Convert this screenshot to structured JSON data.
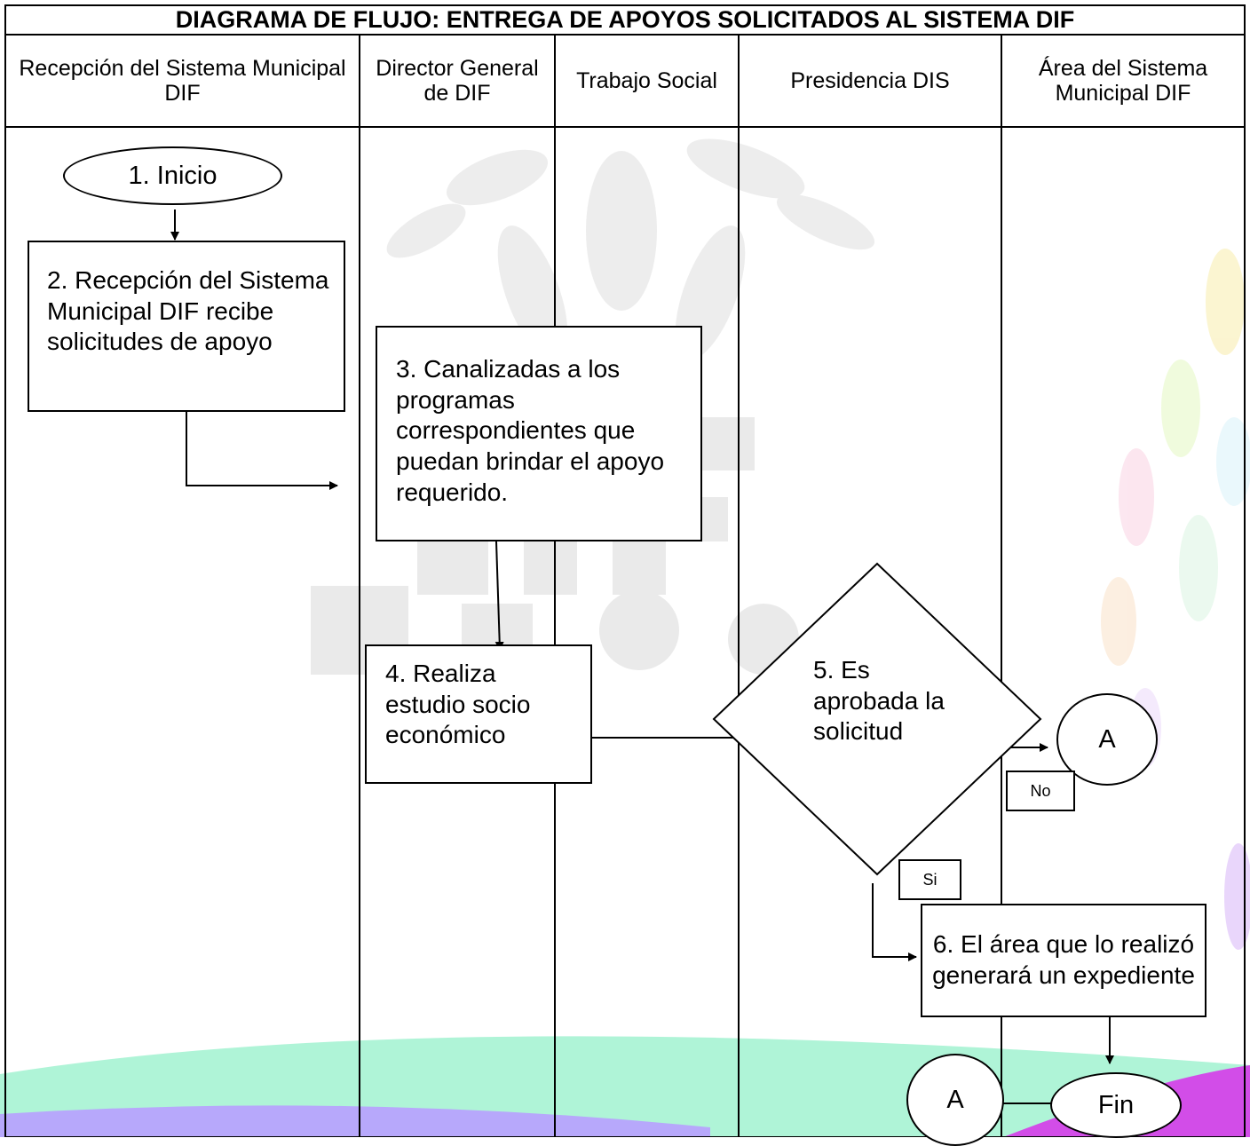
{
  "title": "DIAGRAMA DE FLUJO: ENTREGA DE APOYOS SOLICITADOS AL SISTEMA DIF",
  "lanes": [
    "Recepción del Sistema Municipal DIF",
    "Director General de DIF",
    "Trabajo Social",
    "Presidencia DIS",
    "Área del Sistema Municipal DIF"
  ],
  "steps": {
    "inicio": "1.  Inicio",
    "s2": "2. Recepción del Sistema Municipal DIF recibe solicitudes de apoyo",
    "s3": "3. Canalizadas a los programas correspondientes que puedan brindar el apoyo requerido.",
    "s4": "4. Realiza estudio socio económico",
    "s5": "5. Es aprobada la solicitud",
    "s6": "6. El área que lo realizó generará un expediente",
    "fin": "Fin"
  },
  "connectors": {
    "a_right": "A",
    "a_bottom": "A"
  },
  "labels": {
    "no": "No",
    "si": "Si"
  },
  "colors": {
    "line": "#000000",
    "watermark": "#e4e4e4",
    "wave_green": "#a6f3d3",
    "wave_purple": "#d24de8",
    "wave_violet": "#b8a0ff"
  }
}
